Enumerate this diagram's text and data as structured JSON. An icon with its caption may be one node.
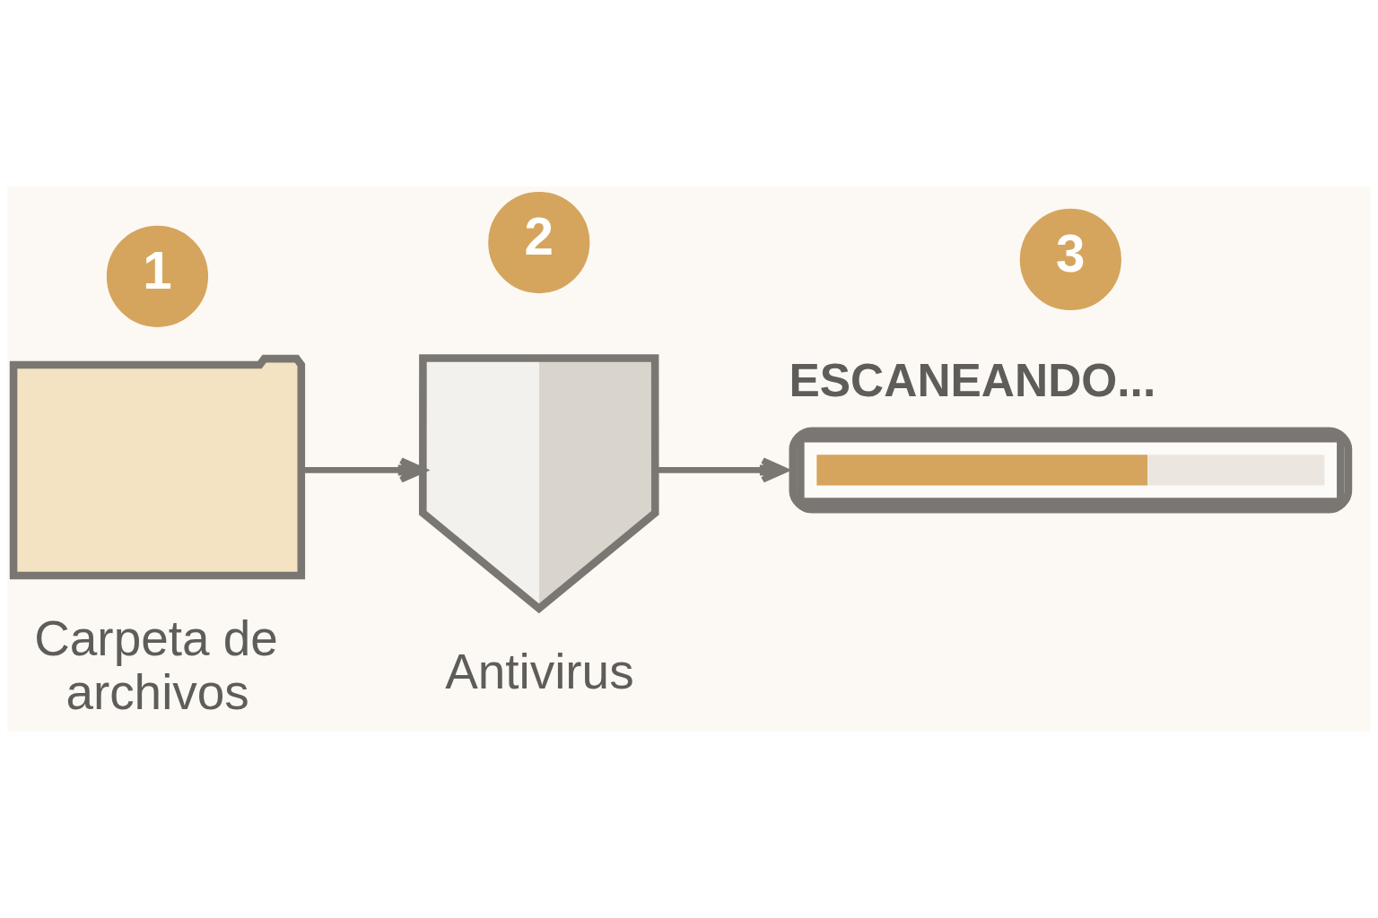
{
  "diagram": {
    "nodes": [
      {
        "text": [
          "1"
        ]
      },
      {
        "text": [],
        "shape": "folder",
        "beside": [
          "Carpeta de archivos"
        ]
      },
      {
        "text": [
          "2"
        ]
      },
      {
        "text": [],
        "shape": "shield",
        "beside": [
          "Antivirus"
        ]
      },
      {
        "text": [
          "3"
        ]
      },
      {
        "text": [
          "ESCANEANDO..."
        ]
      }
    ],
    "edges": [
      {
        "from": 1,
        "to": 3,
        "arrow": "to"
      },
      {
        "from": 3,
        "to": 5,
        "arrow": "to"
      }
    ]
  }
}
